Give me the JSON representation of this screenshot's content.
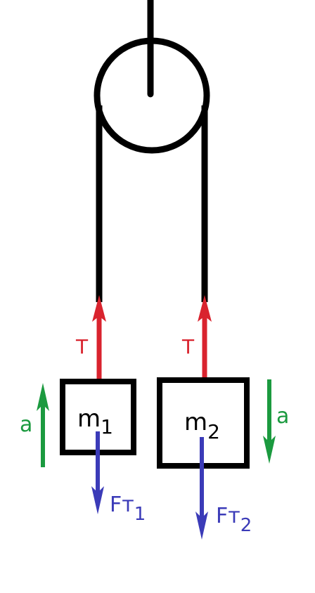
{
  "colors": {
    "rope": "#000000",
    "tension": "#d9232e",
    "accel": "#1b9a3f",
    "gravity": "#3b3bb8"
  },
  "left": {
    "mass_symbol": "m",
    "mass_index": "1",
    "tension_label": "T",
    "accel_label": "a",
    "gravity_symbol": "Fт",
    "gravity_index": "1"
  },
  "right": {
    "mass_symbol": "m",
    "mass_index": "2",
    "tension_label": "T",
    "accel_label": "a",
    "gravity_symbol": "Fт",
    "gravity_index": "2"
  }
}
